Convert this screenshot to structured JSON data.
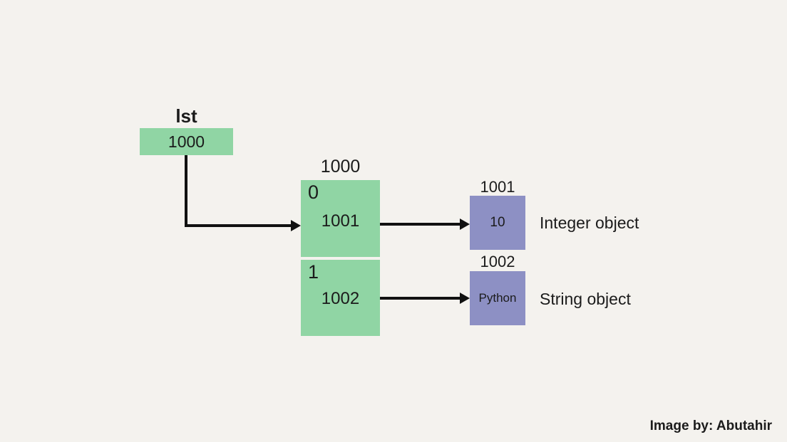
{
  "colors": {
    "background": "#f4f2ee",
    "green_box": "#90d5a4",
    "purple_box": "#8d90c4",
    "arrow": "#111111",
    "text": "#1b1b1b"
  },
  "variable": {
    "name": "lst",
    "address": "1000"
  },
  "list_object": {
    "address": "1000",
    "cells": [
      {
        "index": "0",
        "value": "1001"
      },
      {
        "index": "1",
        "value": "1002"
      }
    ]
  },
  "objects": [
    {
      "address": "1001",
      "value": "10",
      "caption": "Integer object"
    },
    {
      "address": "1002",
      "value": "Python",
      "caption": "String object"
    }
  ],
  "credit": "Image by: Abutahir"
}
